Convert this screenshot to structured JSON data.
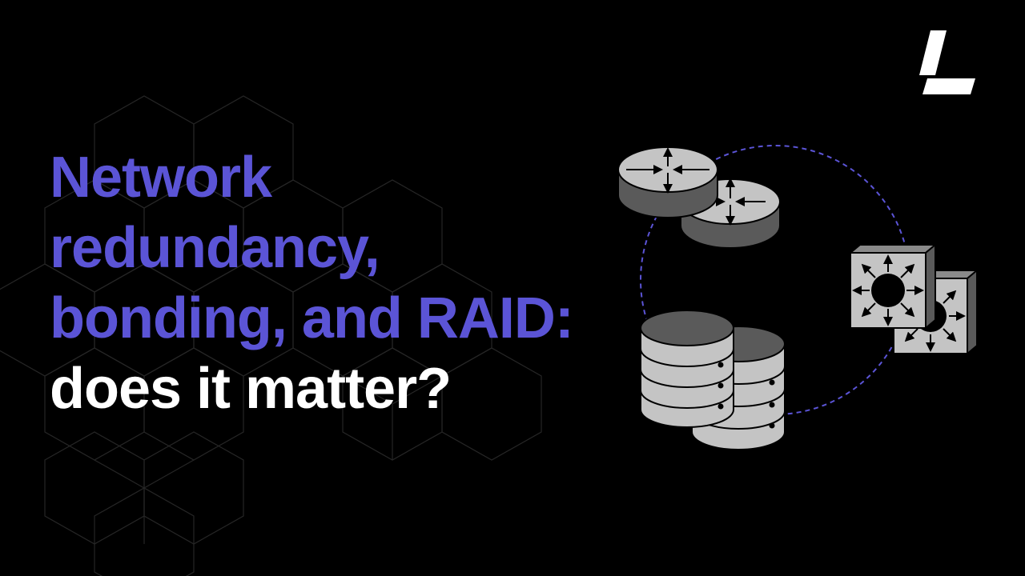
{
  "title": {
    "lines": [
      {
        "text": "Network",
        "style": "accent"
      },
      {
        "text": "redundancy,",
        "style": "accent"
      },
      {
        "text": "bonding, and RAID:",
        "style": "accent"
      },
      {
        "text": "does it matter?",
        "style": "plain"
      }
    ]
  },
  "colors": {
    "background": "#000000",
    "accent": "#5b54d6",
    "text": "#ffffff",
    "device_light": "#c4c4c4",
    "device_dark": "#555555",
    "hex_lines": "#2a2a2a"
  },
  "icons": {
    "logo": "brand-logo-icon",
    "routers": "router-icon",
    "switches": "network-switch-icon",
    "databases": "database-icon",
    "ring": "dashed-connection-ring"
  }
}
